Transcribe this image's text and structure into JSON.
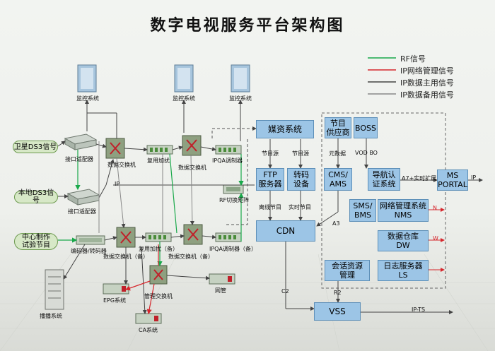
{
  "title": "数字电视服务平台架构图",
  "legend": [
    {
      "label": "RF信号",
      "color": "#19a84a"
    },
    {
      "label": "IP网络管理信号",
      "color": "#d6262c"
    },
    {
      "label": "IP数据主用信号",
      "color": "#444444"
    },
    {
      "label": "IP数据备用信号",
      "color": "#888888"
    }
  ],
  "sources": {
    "satellite": "卫星DS3信号",
    "local": "本地DS3信号",
    "center": "中心制作\n试验节目"
  },
  "devices": {
    "monitor1": "监控系统",
    "monitor2": "监控系统",
    "monitor3": "监控系统",
    "adapter1": "接口适配器",
    "adapter2": "接口适配器",
    "switch1": "数据交换机",
    "switch2": "数据交换机",
    "switch3": "数据交换机（备）",
    "switch4": "数据交换机（备）",
    "mux1": "复用加扰",
    "mux2": "复用加扰（备）",
    "ipqam1": "IPQA调制器",
    "ipqam2": "IPQA调制器（备）",
    "rf_matrix": "RF切换矩阵",
    "encoder": "编码器/转码器",
    "epg": "EPG系统",
    "ca": "CA系统",
    "mgmt_switch": "管理交换机",
    "nms_device": "网管",
    "broadcast": "播播系统"
  },
  "boxes": {
    "media": "媒资系统",
    "ftp": "FTP\n服务器",
    "transcode": "转码\n设备",
    "cdn": "CDN",
    "provider": "节目\n供应商",
    "boss": "BOSS",
    "cms": "CMS/\nAMS",
    "nav": "导航认\n证系统",
    "ms": "MS\nPORTAL",
    "sms": "SMS/\nBMS",
    "nms": "网络管理系统\nNMS",
    "dw": "数据仓库\nDW",
    "session": "会话资源\n管理",
    "ls": "日志服务器\nLS",
    "vss": "VSS"
  },
  "labels": {
    "src1": "节目源",
    "src2": "节目源",
    "offline": "离线节目",
    "realtime": "实时节目",
    "meta": "元数据",
    "vod": "VOD BO",
    "a7": "A7+实时扩展",
    "ip": "IP",
    "a3": "A3",
    "c2": "C2",
    "r2": "R2",
    "ipts": "IP-TS",
    "n": "N",
    "w": "W",
    "ip_mid": "IP"
  }
}
